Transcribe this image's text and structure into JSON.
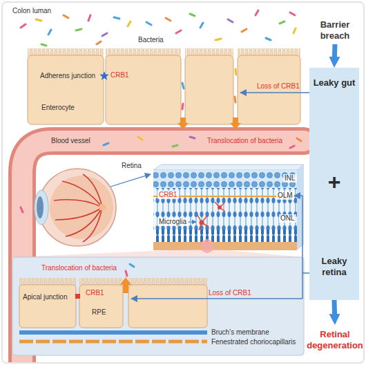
{
  "diagram": {
    "nodes": [
      {
        "text": [
          "Barrier breach"
        ]
      },
      {
        "text": [
          "Leaky gut",
          "+",
          "Leaky retina"
        ]
      },
      {
        "text": [
          "Retinal degeneration"
        ]
      }
    ],
    "edges": [
      {
        "from": 0,
        "to": 1,
        "arrow": "to"
      },
      {
        "from": 1,
        "to": 2,
        "arrow": "to"
      }
    ],
    "labels": [
      "Colon luman",
      "Bacteria",
      "Adherens junction",
      "CRB1",
      "Enterocyte",
      "Loss of CRB1",
      "Blood vessel",
      "Translocation of bacteria",
      "Retina",
      "INL",
      "CRB1",
      "OLM",
      "ONL",
      "Microglia",
      "Translocation of bacteria",
      "Apical junction",
      "CRB1",
      "RPE",
      "Loss of CRB1",
      "Bruch’s membrane",
      "Fenestrated choriocapillaris"
    ]
  }
}
